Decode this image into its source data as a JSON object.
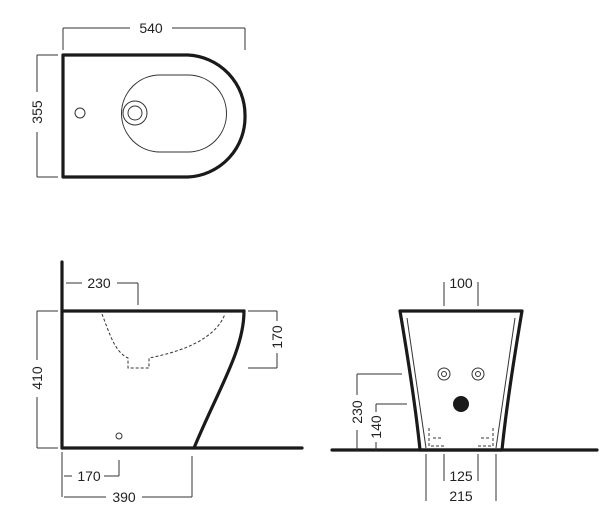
{
  "colors": {
    "outline": "#1a1a1a",
    "dimension": "#333333",
    "background": "#ffffff"
  },
  "top_view": {
    "dim_width": "540",
    "dim_depth": "355"
  },
  "side_view": {
    "dim_rim_offset": "230",
    "dim_bowl_depth": "170",
    "dim_height": "410",
    "dim_base_offset": "170",
    "dim_base_length": "390"
  },
  "front_view": {
    "dim_top_width": "100",
    "dim_connection_height": "230",
    "dim_floor_height": "140",
    "dim_bolt_spacing": "125",
    "dim_base_width": "215"
  }
}
